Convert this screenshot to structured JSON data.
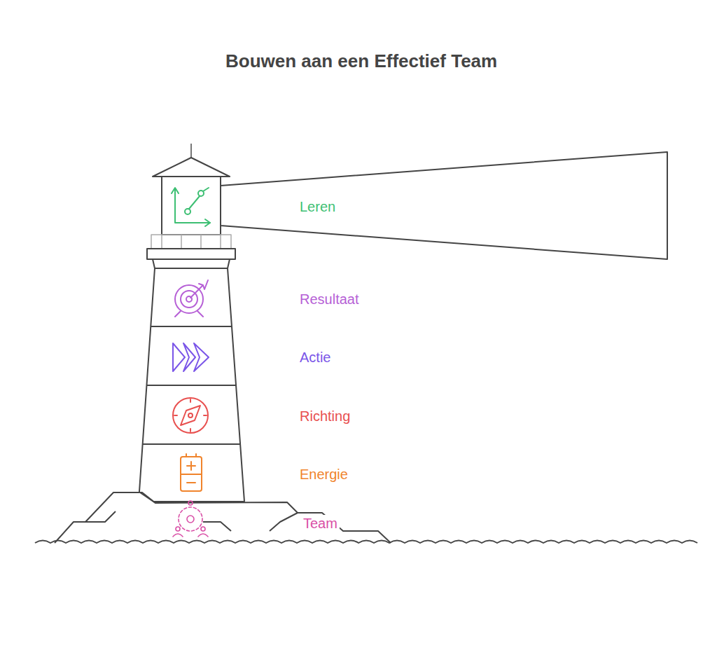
{
  "diagram": {
    "title": "Bouwen aan een Effectief Team",
    "labels": [
      "Leren",
      "Resultaat",
      "Actie",
      "Richting",
      "Energie",
      "Team"
    ]
  }
}
